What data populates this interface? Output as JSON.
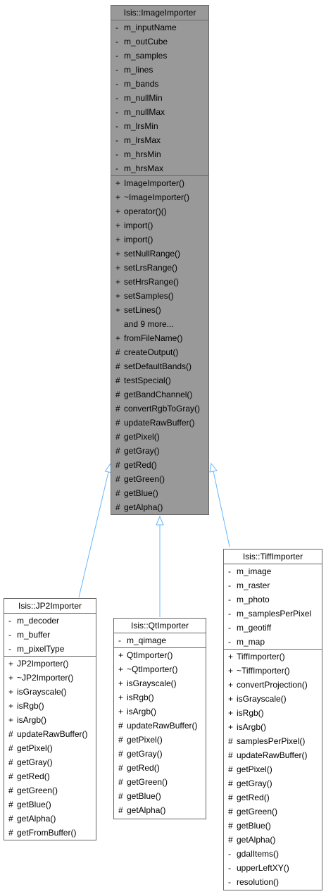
{
  "colors": {
    "base_fill": "#999999",
    "box_border": "#666666",
    "arrow": "#63b8ff"
  },
  "classes": {
    "image_importer": {
      "name": "Isis::ImageImporter",
      "attributes": [
        {
          "vis": "-",
          "name": "m_inputName"
        },
        {
          "vis": "-",
          "name": "m_outCube"
        },
        {
          "vis": "-",
          "name": "m_samples"
        },
        {
          "vis": "-",
          "name": "m_lines"
        },
        {
          "vis": "-",
          "name": "m_bands"
        },
        {
          "vis": "-",
          "name": "m_nullMin"
        },
        {
          "vis": "-",
          "name": "m_nullMax"
        },
        {
          "vis": "-",
          "name": "m_lrsMin"
        },
        {
          "vis": "-",
          "name": "m_lrsMax"
        },
        {
          "vis": "-",
          "name": "m_hrsMin"
        },
        {
          "vis": "-",
          "name": "m_hrsMax"
        }
      ],
      "operations": [
        {
          "vis": "+",
          "name": "ImageImporter()"
        },
        {
          "vis": "+",
          "name": "~ImageImporter()"
        },
        {
          "vis": "+",
          "name": "operator()()"
        },
        {
          "vis": "+",
          "name": "import()"
        },
        {
          "vis": "+",
          "name": "import()"
        },
        {
          "vis": "+",
          "name": "setNullRange()"
        },
        {
          "vis": "+",
          "name": "setLrsRange()"
        },
        {
          "vis": "+",
          "name": "setHrsRange()"
        },
        {
          "vis": "+",
          "name": "setSamples()"
        },
        {
          "vis": "+",
          "name": "setLines()"
        },
        {
          "vis": "",
          "name": "and 9 more..."
        },
        {
          "vis": "+",
          "name": "fromFileName()"
        },
        {
          "vis": "#",
          "name": "createOutput()"
        },
        {
          "vis": "#",
          "name": "setDefaultBands()"
        },
        {
          "vis": "#",
          "name": "testSpecial()"
        },
        {
          "vis": "#",
          "name": "getBandChannel()"
        },
        {
          "vis": "#",
          "name": "convertRgbToGray()"
        },
        {
          "vis": "#",
          "name": "updateRawBuffer()"
        },
        {
          "vis": "#",
          "name": "getPixel()"
        },
        {
          "vis": "#",
          "name": "getGray()"
        },
        {
          "vis": "#",
          "name": "getRed()"
        },
        {
          "vis": "#",
          "name": "getGreen()"
        },
        {
          "vis": "#",
          "name": "getBlue()"
        },
        {
          "vis": "#",
          "name": "getAlpha()"
        }
      ]
    },
    "jp2_importer": {
      "name": "Isis::JP2Importer",
      "attributes": [
        {
          "vis": "-",
          "name": "m_decoder"
        },
        {
          "vis": "-",
          "name": "m_buffer"
        },
        {
          "vis": "-",
          "name": "m_pixelType"
        }
      ],
      "operations": [
        {
          "vis": "+",
          "name": "JP2Importer()"
        },
        {
          "vis": "+",
          "name": "~JP2Importer()"
        },
        {
          "vis": "+",
          "name": "isGrayscale()"
        },
        {
          "vis": "+",
          "name": "isRgb()"
        },
        {
          "vis": "+",
          "name": "isArgb()"
        },
        {
          "vis": "#",
          "name": "updateRawBuffer()"
        },
        {
          "vis": "#",
          "name": "getPixel()"
        },
        {
          "vis": "#",
          "name": "getGray()"
        },
        {
          "vis": "#",
          "name": "getRed()"
        },
        {
          "vis": "#",
          "name": "getGreen()"
        },
        {
          "vis": "#",
          "name": "getBlue()"
        },
        {
          "vis": "#",
          "name": "getAlpha()"
        },
        {
          "vis": "#",
          "name": "getFromBuffer()"
        }
      ]
    },
    "qt_importer": {
      "name": "Isis::QtImporter",
      "attributes": [
        {
          "vis": "-",
          "name": "m_qimage"
        }
      ],
      "operations": [
        {
          "vis": "+",
          "name": "QtImporter()"
        },
        {
          "vis": "+",
          "name": "~QtImporter()"
        },
        {
          "vis": "+",
          "name": "isGrayscale()"
        },
        {
          "vis": "+",
          "name": "isRgb()"
        },
        {
          "vis": "+",
          "name": "isArgb()"
        },
        {
          "vis": "#",
          "name": "updateRawBuffer()"
        },
        {
          "vis": "#",
          "name": "getPixel()"
        },
        {
          "vis": "#",
          "name": "getGray()"
        },
        {
          "vis": "#",
          "name": "getRed()"
        },
        {
          "vis": "#",
          "name": "getGreen()"
        },
        {
          "vis": "#",
          "name": "getBlue()"
        },
        {
          "vis": "#",
          "name": "getAlpha()"
        }
      ]
    },
    "tiff_importer": {
      "name": "Isis::TiffImporter",
      "attributes": [
        {
          "vis": "-",
          "name": "m_image"
        },
        {
          "vis": "-",
          "name": "m_raster"
        },
        {
          "vis": "-",
          "name": "m_photo"
        },
        {
          "vis": "-",
          "name": "m_samplesPerPixel"
        },
        {
          "vis": "-",
          "name": "m_geotiff"
        },
        {
          "vis": "-",
          "name": "m_map"
        }
      ],
      "operations": [
        {
          "vis": "+",
          "name": "TiffImporter()"
        },
        {
          "vis": "+",
          "name": "~TiffImporter()"
        },
        {
          "vis": "+",
          "name": "convertProjection()"
        },
        {
          "vis": "+",
          "name": "isGrayscale()"
        },
        {
          "vis": "+",
          "name": "isRgb()"
        },
        {
          "vis": "+",
          "name": "isArgb()"
        },
        {
          "vis": "#",
          "name": "samplesPerPixel()"
        },
        {
          "vis": "#",
          "name": "updateRawBuffer()"
        },
        {
          "vis": "#",
          "name": "getPixel()"
        },
        {
          "vis": "#",
          "name": "getGray()"
        },
        {
          "vis": "#",
          "name": "getRed()"
        },
        {
          "vis": "#",
          "name": "getGreen()"
        },
        {
          "vis": "#",
          "name": "getBlue()"
        },
        {
          "vis": "#",
          "name": "getAlpha()"
        },
        {
          "vis": "-",
          "name": "gdalItems()"
        },
        {
          "vis": "-",
          "name": "upperLeftXY()"
        },
        {
          "vis": "-",
          "name": "resolution()"
        }
      ]
    }
  }
}
